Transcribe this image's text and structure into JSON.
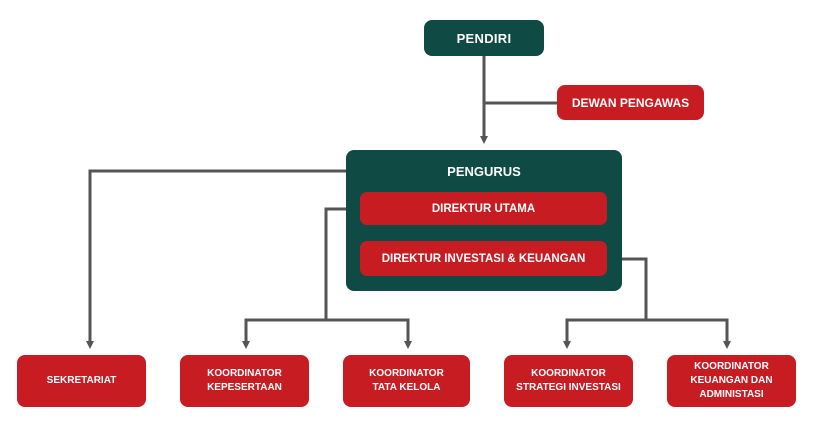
{
  "colors": {
    "dark_green": "#0f4a45",
    "red": "#c81c23",
    "connector": "#555555"
  },
  "nodes": {
    "pendiri": "PENDIRI",
    "dewan_pengawas": "DEWAN PENGAWAS",
    "pengurus": "PENGURUS",
    "direktur_utama": "DIREKTUR UTAMA",
    "direktur_investasi": "DIREKTUR INVESTASI & KEUANGAN",
    "sekretariat": "SEKRETARIAT",
    "koordinator_kepesertaan": "KOORDINATOR\nKEPESERTAAN",
    "koordinator_tata_kelola": "KOORDINATOR\nTATA KELOLA",
    "koordinator_strategi": "KOORDINATOR\nSTRATEGI INVESTASI",
    "koordinator_keuangan": "KOORDINATOR\nKEUANGAN DAN\nADMINISTASI"
  },
  "edges": [
    {
      "from": "pendiri",
      "to": "pengurus"
    },
    {
      "from": "pendiri",
      "to": "dewan_pengawas"
    },
    {
      "from": "pengurus",
      "to": "sekretariat"
    },
    {
      "from": "direktur_utama",
      "to": "koordinator_kepesertaan"
    },
    {
      "from": "direktur_utama",
      "to": "koordinator_tata_kelola"
    },
    {
      "from": "direktur_investasi",
      "to": "koordinator_strategi"
    },
    {
      "from": "direktur_investasi",
      "to": "koordinator_keuangan"
    }
  ]
}
